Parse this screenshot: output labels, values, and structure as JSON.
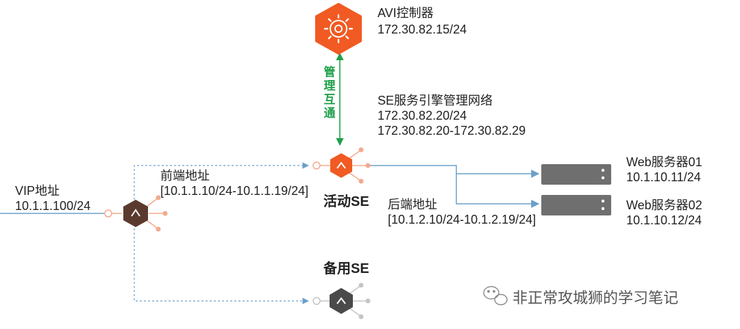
{
  "controller": {
    "name": "AVI控制器",
    "ip": "172.30.82.15/24"
  },
  "mgmt_link_label": "管理互通",
  "se_mgmt": {
    "title": "SE服务引擎管理网络",
    "subnet": "172.30.82.20/24",
    "range": "172.30.82.20-172.30.82.29"
  },
  "vip": {
    "title": "VIP地址",
    "ip": "10.1.1.100/24"
  },
  "frontend": {
    "title": "前端地址",
    "range": "[10.1.1.10/24-10.1.1.19/24]"
  },
  "active_se": {
    "label": "活动SE"
  },
  "standby_se": {
    "label": "备用SE"
  },
  "backend": {
    "title": "后端地址",
    "range": "[10.1.2.10/24-10.1.2.19/24]"
  },
  "servers": [
    {
      "name": "Web服务器01",
      "ip": "10.1.10.11/24"
    },
    {
      "name": "Web服务器02",
      "ip": "10.1.10.12/24"
    }
  ],
  "watermark": "非正常攻城狮的学习笔记",
  "colors": {
    "controller_orange": "#f15a22",
    "active_orange": "#f15a22",
    "router_brown": "#5b3a2e",
    "standby_gray": "#4a4a4a",
    "link_blue": "#6a9fc9",
    "mgmt_green": "#1fa04a",
    "server_gray": "#6f6f6f"
  }
}
